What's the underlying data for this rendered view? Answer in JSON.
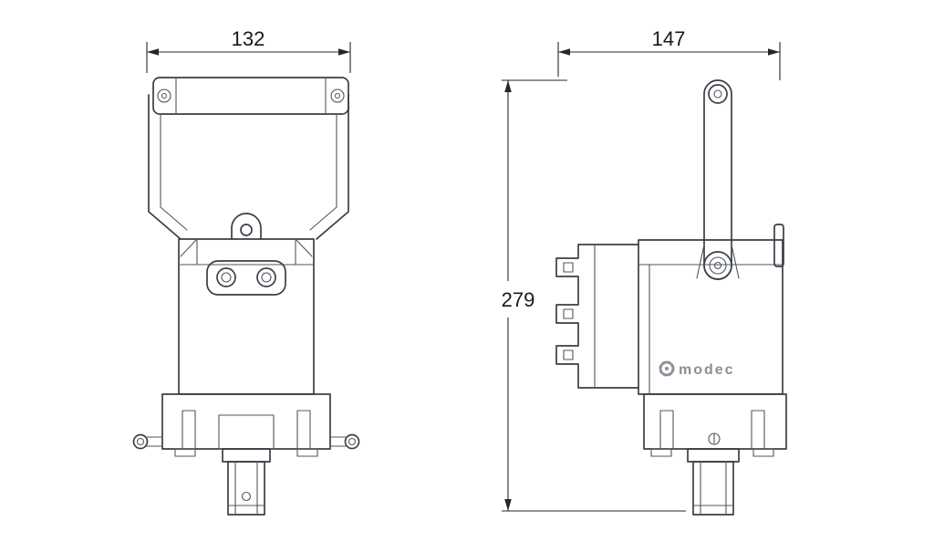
{
  "dimensions": {
    "front_width_mm": "132",
    "side_width_mm": "147",
    "overall_height_mm": "279"
  },
  "brand": {
    "name": "modec",
    "color": "#8a9099"
  },
  "style": {
    "background": "#ffffff",
    "line_color": "#3a3f45",
    "dimension_color": "#24272b"
  }
}
